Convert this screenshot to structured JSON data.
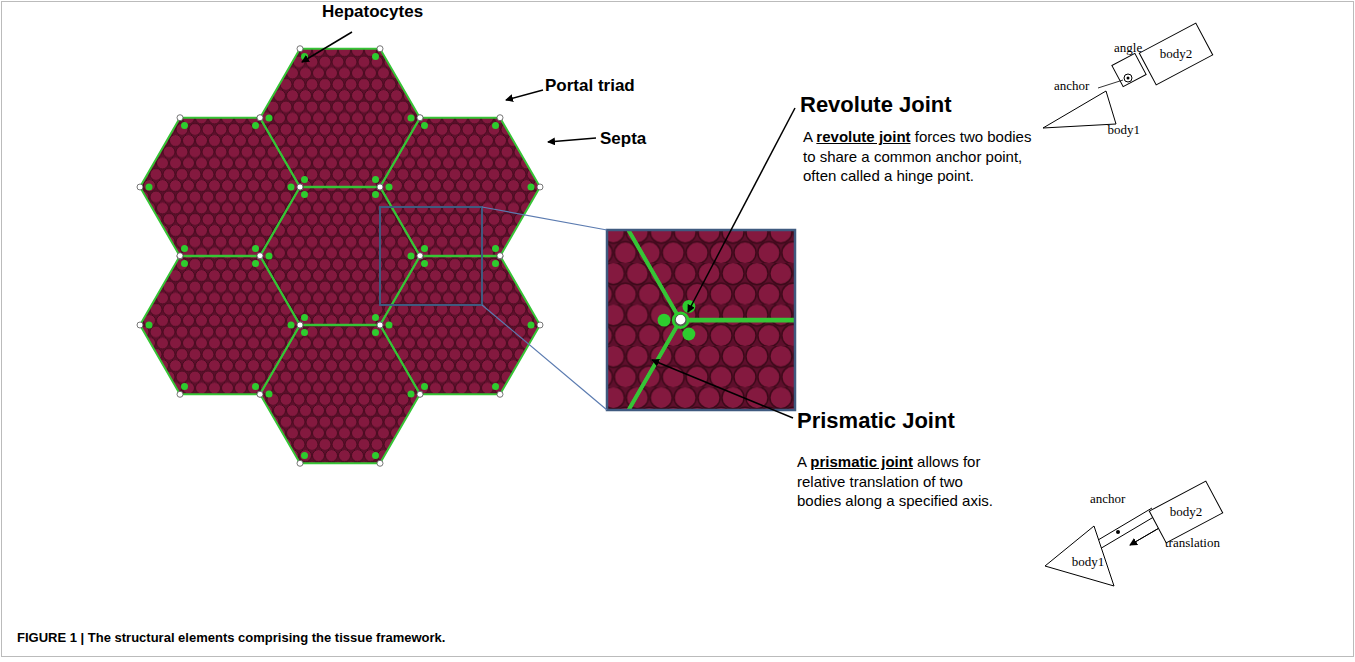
{
  "diagram": {
    "caption": "FIGURE 1 | The structural elements comprising the tissue framework.",
    "nodes": [
      {
        "text": [
          "body2"
        ]
      },
      {
        "text": [
          "body1"
        ]
      },
      {
        "text": [
          "body2"
        ]
      },
      {
        "text": [
          "body1"
        ]
      }
    ],
    "labels": [
      "Hepatocytes",
      "Portal triad",
      "Septa",
      "Revolute Joint",
      "A revolute joint forces two bodies to share a common anchor point, often called a hinge point.",
      "Prismatic Joint",
      "A prismatic joint allows for relative translation of two bodies along a specified axis.",
      "angle",
      "anchor",
      "anchor",
      "translation"
    ]
  }
}
